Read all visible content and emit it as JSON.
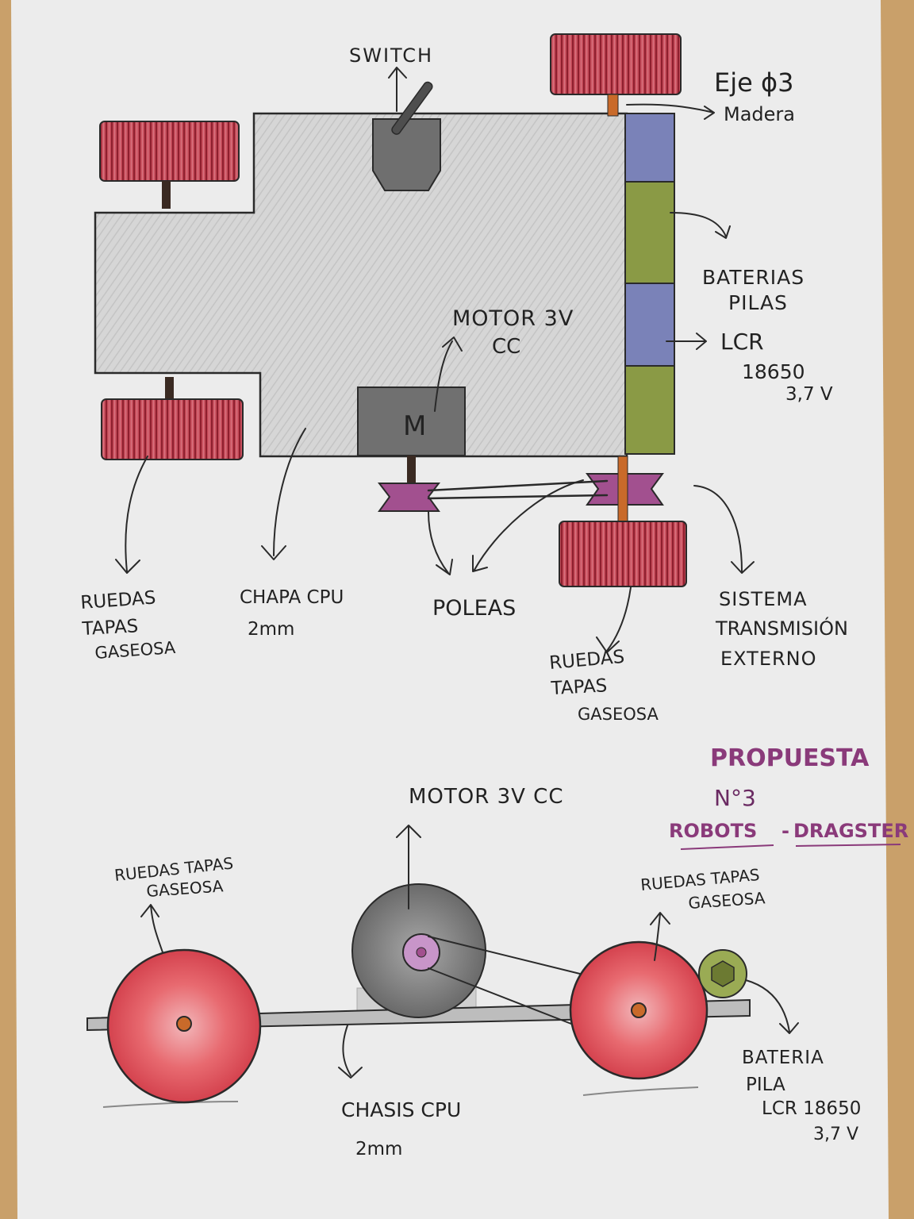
{
  "colors": {
    "paper": "#ececec",
    "table": "#c9a06a",
    "chassis_fill": "#d9d9d9",
    "wheel_red": "#b2303e",
    "wheel_light": "#e86a70",
    "battery_blue": "#7a82b8",
    "battery_green": "#8a9a45",
    "motor_gray": "#6f6f6f",
    "pulley_purple": "#a2508f",
    "axle_orange": "#c96a2a",
    "title_purple": "#8a3a7a"
  },
  "top_view": {
    "switch_label": "SWITCH",
    "axle_label_line1": "Eje ϕ3",
    "axle_label_line2": "Madera",
    "batteries_label_line1": "BATERIAS",
    "batteries_label_line2": "PILAS",
    "battery_spec_line1": "LCR",
    "battery_spec_line2": "18650",
    "battery_spec_line3": "3,7 V",
    "motor_label_line1": "MOTOR 3V",
    "motor_label_line2": "CC",
    "motor_symbol": "M",
    "wheels_left_line1": "RUEDAS",
    "wheels_left_line2": "TAPAS",
    "wheels_left_line3": "GASEOSA",
    "plate_label_line1": "CHAPA CPU",
    "plate_label_line2": "2mm",
    "pulleys_label": "POLEAS",
    "transmission_line1": "SISTEMA",
    "transmission_line2": "TRANSMISIÓN",
    "transmission_line3": "EXTERNO",
    "wheels_right_line1": "RUEDAS",
    "wheels_right_line2": "TAPAS",
    "wheels_right_line3": "GASEOSA"
  },
  "title": {
    "line1": "PROPUESTA",
    "line2": "N°3",
    "line3a": "ROBOTS",
    "line3b": "-",
    "line3c": "DRAGSTER"
  },
  "side_view": {
    "motor_label": "MOTOR 3V CC",
    "wheels_left_line1": "RUEDAS TAPAS",
    "wheels_left_line2": "GASEOSA",
    "wheels_right_line1": "RUEDAS TAPAS",
    "wheels_right_line2": "GASEOSA",
    "battery_line1": "BATERIA",
    "battery_line2": "PILA",
    "battery_line3": "LCR 18650",
    "battery_line4": "3,7 V",
    "chassis_line1": "CHASIS CPU",
    "chassis_line2": "2mm"
  }
}
